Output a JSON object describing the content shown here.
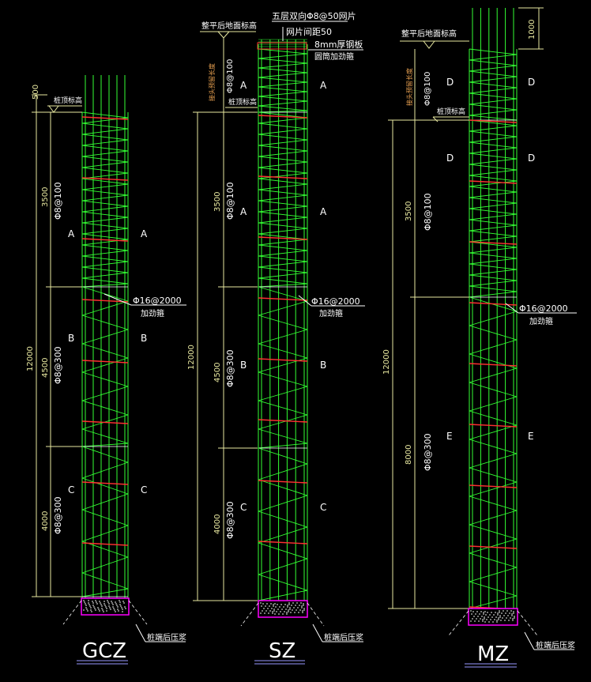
{
  "colors": {
    "background": "#000000",
    "green": "#33ff33",
    "red": "#ff3030",
    "white": "#ffffff",
    "dim": "#e8e8a0",
    "orange": "#e8a050",
    "magenta": "#ff00ff",
    "violet": "#9999ff"
  },
  "columns": [
    {
      "title": "GCZ",
      "top_dim": "500",
      "total_dim": "12000",
      "segments": [
        {
          "length": "3500",
          "rebar": "Φ8@100",
          "section": "A"
        },
        {
          "length": "4500",
          "rebar": "Φ8@300",
          "section": "B"
        },
        {
          "length": "4000",
          "rebar": "Φ8@300",
          "section": "C"
        }
      ],
      "ground_label": "桩顶标高",
      "stiffener_label": "Φ16@2000",
      "stiffener_sub": "加劲箍",
      "base_label": "桩端后压浆"
    },
    {
      "title": "SZ",
      "header_1": "五层双向Φ8@50网片",
      "header_2": "网片间距50",
      "plate_label": "8mm厚钢板",
      "plate_sub": "圆筒加劲箍",
      "ground_label": "整平后地面标高",
      "top_rebar": "Φ8@100",
      "top_note": "接头预留长度",
      "top_section": "A",
      "pile_top_label": "桩顶标高",
      "total_dim": "12000",
      "segments": [
        {
          "length": "3500",
          "rebar": "Φ8@100",
          "section": "A"
        },
        {
          "length": "4500",
          "rebar": "Φ8@300",
          "section": "B"
        },
        {
          "length": "4000",
          "rebar": "Φ8@300",
          "section": "C"
        }
      ],
      "stiffener_label": "Φ16@2000",
      "stiffener_sub": "加劲箍",
      "base_label": "桩端后压浆"
    },
    {
      "title": "MZ",
      "top_dim": "1000",
      "ground_label": "整平后地面标高",
      "top_rebar": "Φ8@100",
      "top_note": "接头预留长度",
      "top_section": "D",
      "pile_top_label": "桩顶标高",
      "total_dim": "12000",
      "segments": [
        {
          "length": "3500",
          "rebar": "Φ8@100",
          "section": "D"
        },
        {
          "length": "8000",
          "rebar": "Φ8@300",
          "section": "E"
        }
      ],
      "stiffener_label": "Φ16@2000",
      "stiffener_sub": "加劲箍",
      "base_label": "桩端后压浆"
    }
  ]
}
